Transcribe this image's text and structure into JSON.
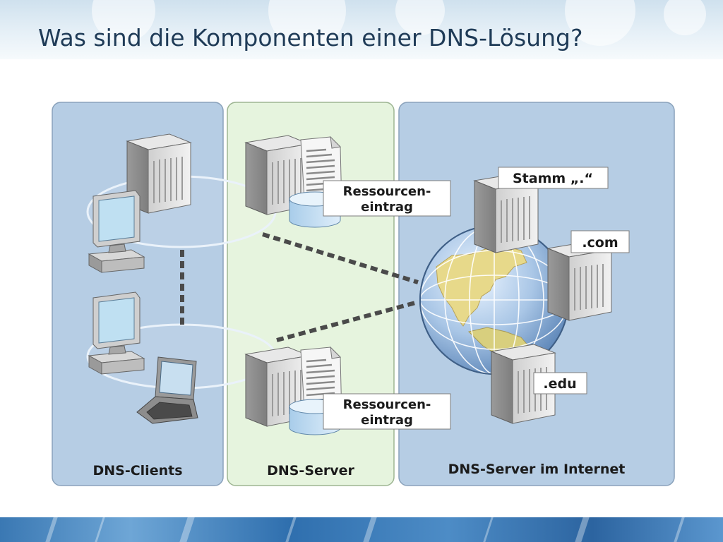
{
  "slide": {
    "title": "Was sind die Komponenten einer DNS-Lösung?"
  },
  "panels": {
    "clients": {
      "label": "DNS-Clients",
      "color": "#b6cde4"
    },
    "server": {
      "label": "DNS-Server",
      "color": "#e6f4de"
    },
    "internet": {
      "label": "DNS-Server im Internet",
      "color": "#b6cde4"
    }
  },
  "resource_records": {
    "top": {
      "line1": "Ressourcen-",
      "line2": "eintrag"
    },
    "bottom": {
      "line1": "Ressourcen-",
      "line2": "eintrag"
    }
  },
  "internet_servers": {
    "root": "Stamm „.“",
    "com": ".com",
    "edu": ".edu"
  },
  "icons": [
    "server-icon",
    "desktop-computer-icon",
    "laptop-icon",
    "document-icon",
    "database-icon",
    "globe-icon"
  ],
  "colors": {
    "title": "#1f3b57",
    "footer": "#3a78b3",
    "dotted_link": "#4a4a4a"
  }
}
